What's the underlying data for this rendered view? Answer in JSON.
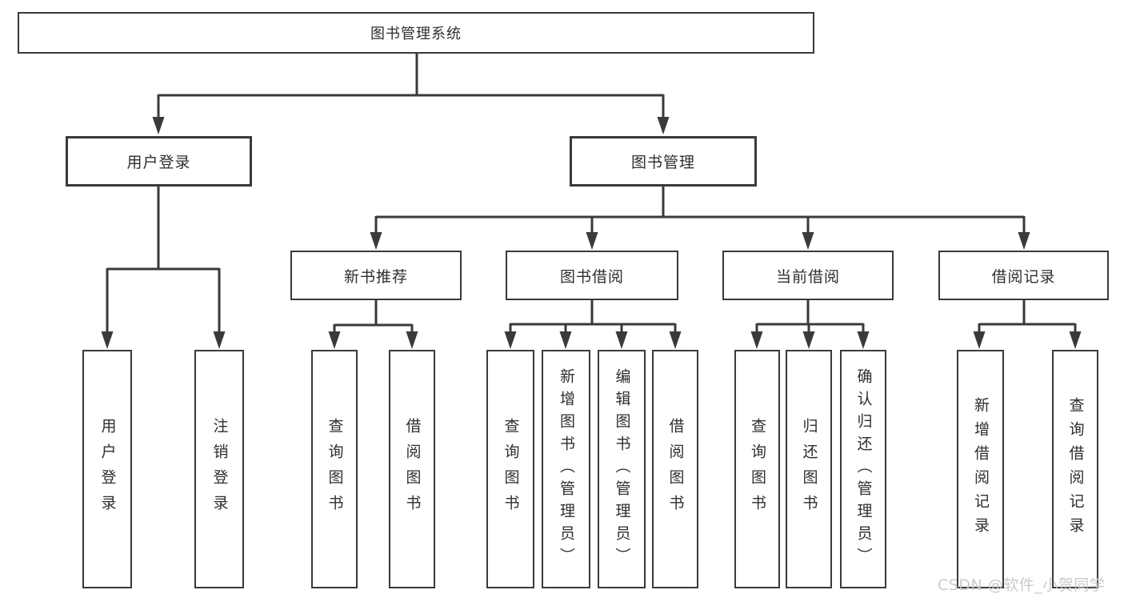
{
  "diagram": {
    "type": "hierarchy-tree",
    "root": {
      "label": "图书管理系统",
      "children": [
        {
          "label": "用户登录",
          "children": [
            {
              "label": "用户登录"
            },
            {
              "label": "注销登录"
            }
          ]
        },
        {
          "label": "图书管理",
          "children": [
            {
              "label": "新书推荐",
              "children": [
                {
                  "label": "查询图书"
                },
                {
                  "label": "借阅图书"
                }
              ]
            },
            {
              "label": "图书借阅",
              "children": [
                {
                  "label": "查询图书"
                },
                {
                  "label": "新增图书（管理员）"
                },
                {
                  "label": "编辑图书（管理员）"
                },
                {
                  "label": "借阅图书"
                }
              ]
            },
            {
              "label": "当前借阅",
              "children": [
                {
                  "label": "查询图书"
                },
                {
                  "label": "归还图书"
                },
                {
                  "label": "确认归还（管理员）"
                }
              ]
            },
            {
              "label": "借阅记录",
              "children": [
                {
                  "label": "新增借阅记录"
                },
                {
                  "label": "查询借阅记录"
                }
              ]
            }
          ]
        }
      ]
    }
  },
  "watermark": {
    "text": "CSDN @软件_小贺同学"
  },
  "colors": {
    "line": "#3a3a3a",
    "box_border": "#3a3a3a",
    "box_fill": "#ffffff",
    "text": "#2e2e2e",
    "background": "#ffffff",
    "watermark": "#c6c6c6"
  }
}
